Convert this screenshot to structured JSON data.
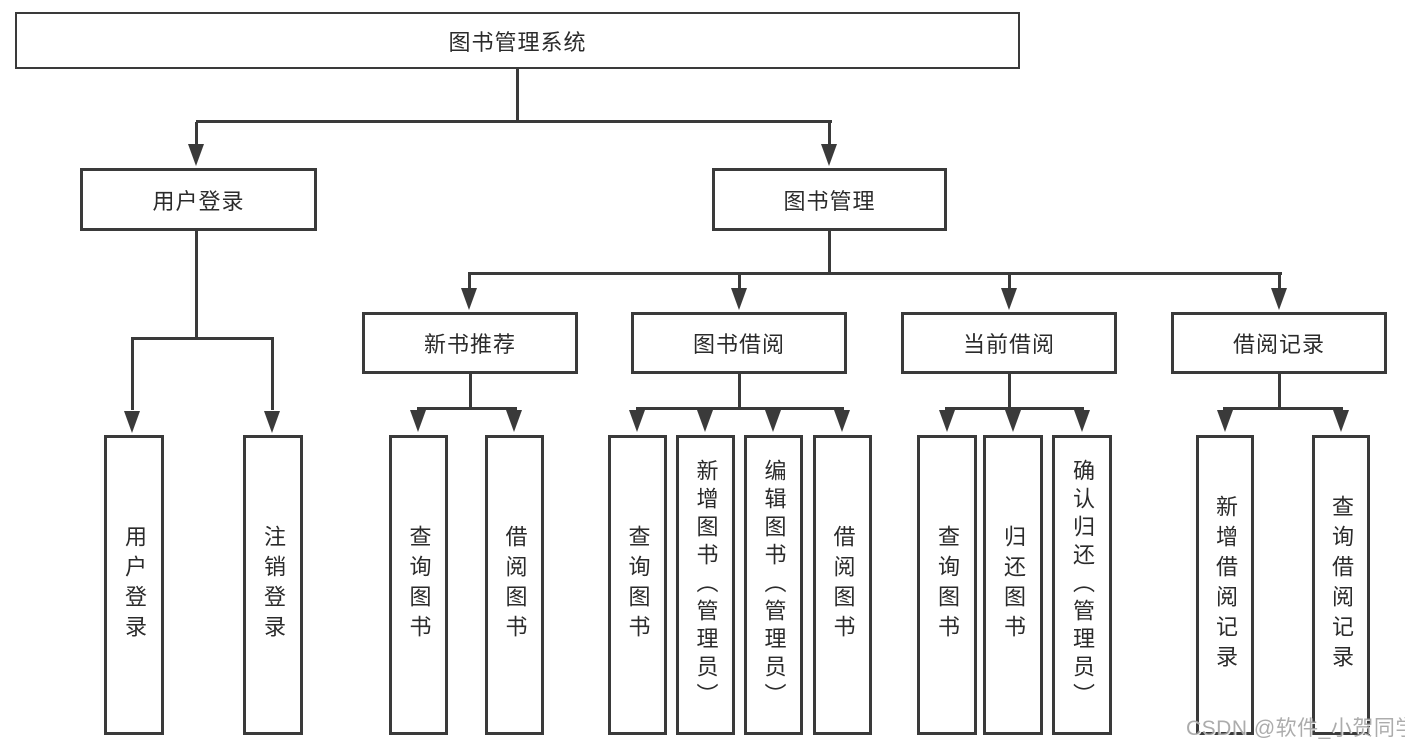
{
  "diagram": {
    "root": {
      "label": "图书管理系统"
    },
    "branches": [
      {
        "label": "用户登录",
        "children": [
          {
            "label": "用户登录"
          },
          {
            "label": "注销登录"
          }
        ]
      },
      {
        "label": "图书管理",
        "children": [
          {
            "label": "新书推荐",
            "children": [
              {
                "label": "查询图书"
              },
              {
                "label": "借阅图书"
              }
            ]
          },
          {
            "label": "图书借阅",
            "children": [
              {
                "label": "查询图书"
              },
              {
                "label": "新增图书（管理员）"
              },
              {
                "label": "编辑图书（管理员）"
              },
              {
                "label": "借阅图书"
              }
            ]
          },
          {
            "label": "当前借阅",
            "children": [
              {
                "label": "查询图书"
              },
              {
                "label": "归还图书"
              },
              {
                "label": "确认归还（管理员）"
              }
            ]
          },
          {
            "label": "借阅记录",
            "children": [
              {
                "label": "新增借阅记录"
              },
              {
                "label": "查询借阅记录"
              }
            ]
          }
        ]
      }
    ],
    "watermark": "CSDN @软件_小贺同学",
    "colors": {
      "line": "#3a3a3a",
      "box_border": "#3a3a3a",
      "text": "#2b2b2b",
      "watermark": "#9e9e9e",
      "background": "#ffffff"
    }
  }
}
